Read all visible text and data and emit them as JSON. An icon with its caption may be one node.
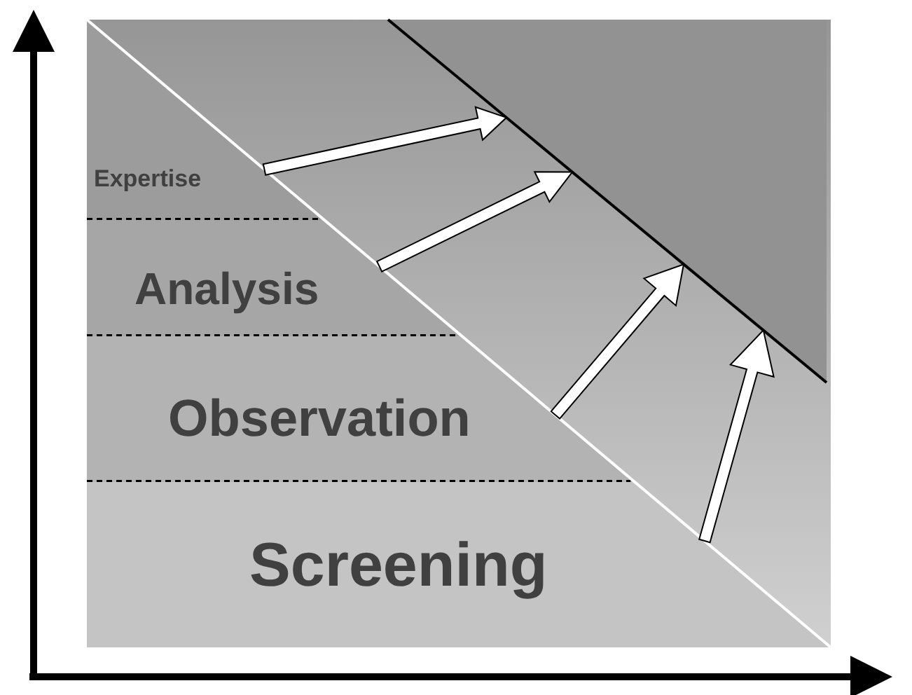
{
  "diagram": {
    "nodes": [
      {
        "text": [
          "Expertise"
        ]
      },
      {
        "text": [
          "Analysis"
        ]
      },
      {
        "text": [
          "Observation"
        ]
      },
      {
        "text": [
          "Screening"
        ]
      },
      {
        "text": [],
        "shape": "triangle"
      }
    ],
    "edges": [
      {
        "from": 0,
        "to": 4,
        "arrow": "to"
      },
      {
        "from": 1,
        "to": 4,
        "arrow": "to"
      },
      {
        "from": 2,
        "to": 4,
        "arrow": "to"
      },
      {
        "from": 3,
        "to": 4,
        "arrow": "to"
      }
    ]
  }
}
